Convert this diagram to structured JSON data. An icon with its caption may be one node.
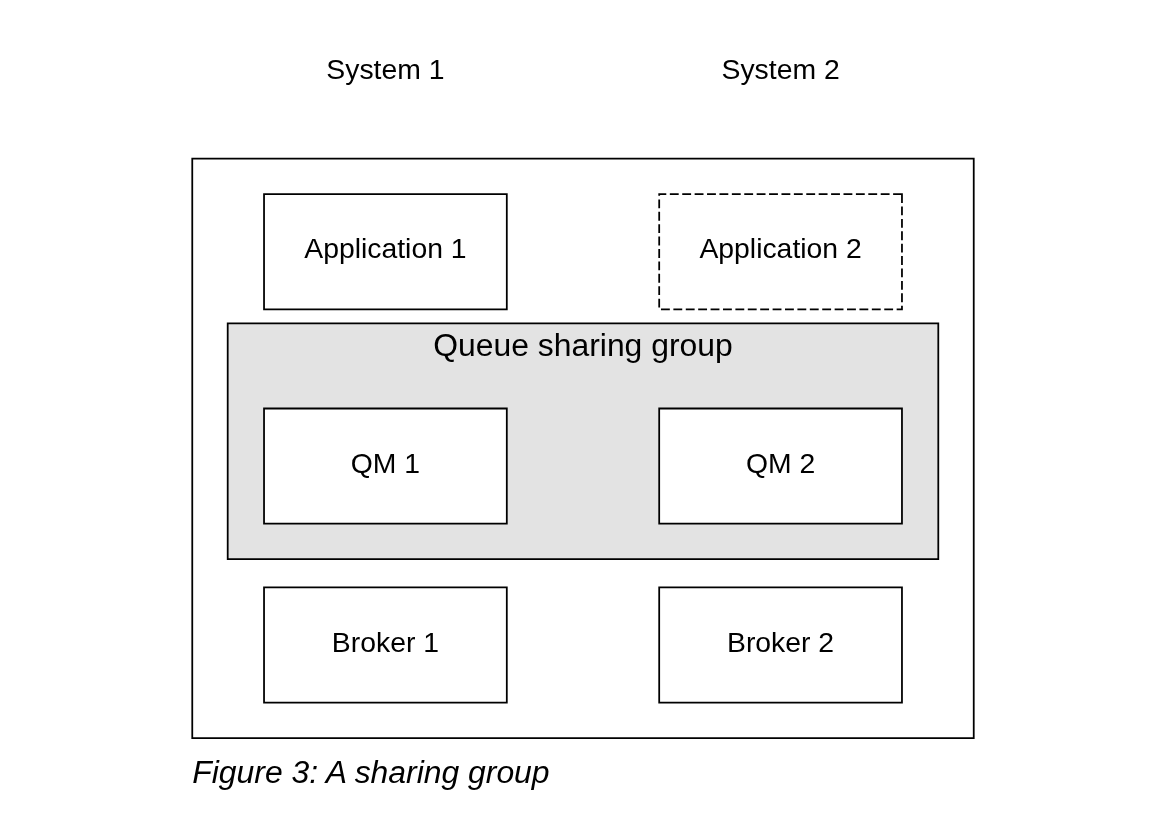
{
  "diagram": {
    "caption": "Figure 3: A sharing group",
    "nodes": [
      {
        "text": [],
        "shape": "box"
      },
      {
        "text": [
          "Application 1"
        ],
        "in": 0
      },
      {
        "text": [
          "Application 2"
        ],
        "in": 0
      },
      {
        "text": [
          "Queue sharing group"
        ],
        "in": 0
      },
      {
        "text": [
          "QM 1"
        ],
        "in": 3
      },
      {
        "text": [
          "QM 2"
        ],
        "in": 3
      },
      {
        "text": [
          "Broker 1"
        ],
        "in": 0
      },
      {
        "text": [
          "Broker 2"
        ],
        "in": 0
      }
    ],
    "edges": [],
    "labels": [
      "System 1",
      "System 2"
    ]
  }
}
